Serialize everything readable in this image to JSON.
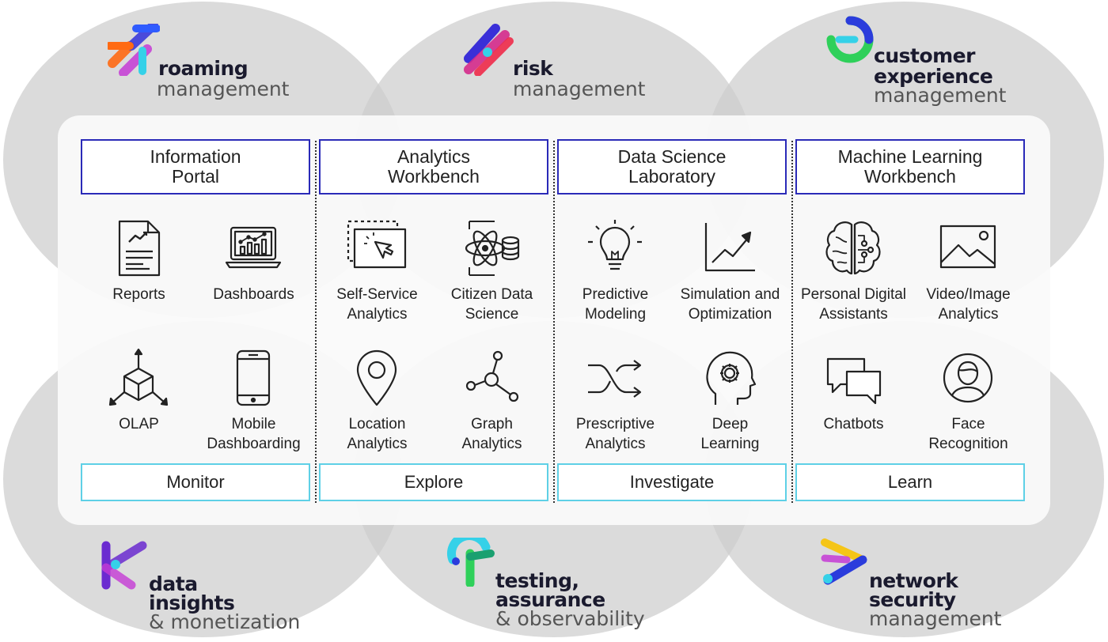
{
  "products": {
    "roaming": {
      "line1": "roaming",
      "line2": "management"
    },
    "risk": {
      "line1": "risk",
      "line2": "management"
    },
    "cx": {
      "line1": "customer",
      "line2": "experience",
      "line3": "management"
    },
    "data": {
      "line1": "data",
      "line2": "insights",
      "line3": "& monetization"
    },
    "testing": {
      "line1": "testing,",
      "line2": "assurance",
      "line3": "& observability"
    },
    "network": {
      "line1": "network",
      "line2": "security",
      "line3": "management"
    }
  },
  "columns": [
    {
      "header": "Information\nPortal",
      "footer": "Monitor",
      "items": [
        {
          "label": "Reports",
          "icon": "report-icon"
        },
        {
          "label": "Dashboards",
          "icon": "dashboard-laptop-icon"
        },
        {
          "label": "OLAP",
          "icon": "olap-cube-icon"
        },
        {
          "label": "Mobile\nDashboarding",
          "icon": "mobile-phone-icon"
        }
      ]
    },
    {
      "header": "Analytics\nWorkbench",
      "footer": "Explore",
      "items": [
        {
          "label": "Self-Service\nAnalytics",
          "icon": "cursor-window-icon"
        },
        {
          "label": "Citizen Data\nScience",
          "icon": "atom-database-icon"
        },
        {
          "label": "Location\nAnalytics",
          "icon": "map-pin-icon"
        },
        {
          "label": "Graph\nAnalytics",
          "icon": "graph-nodes-icon"
        }
      ]
    },
    {
      "header": "Data Science\nLaboratory",
      "footer": "Investigate",
      "items": [
        {
          "label": "Predictive\nModeling",
          "icon": "lightbulb-icon"
        },
        {
          "label": "Simulation and\nOptimization",
          "icon": "trend-chart-icon"
        },
        {
          "label": "Prescriptive\nAnalytics",
          "icon": "shuffle-icon"
        },
        {
          "label": "Deep\nLearning",
          "icon": "head-gear-icon"
        }
      ]
    },
    {
      "header": "Machine Learning\nWorkbench",
      "footer": "Learn",
      "items": [
        {
          "label": "Personal Digital\nAssistants",
          "icon": "brain-circuit-icon"
        },
        {
          "label": "Video/Image\nAnalytics",
          "icon": "image-icon"
        },
        {
          "label": "Chatbots",
          "icon": "chat-bubbles-icon"
        },
        {
          "label": "Face\nRecognition",
          "icon": "face-icon"
        }
      ]
    }
  ],
  "colors": {
    "header_border": "#2a2ab8",
    "footer_border": "#5ed0e6",
    "circle_fill": "#cdcdcd",
    "panel_fill": "#fafafa"
  }
}
